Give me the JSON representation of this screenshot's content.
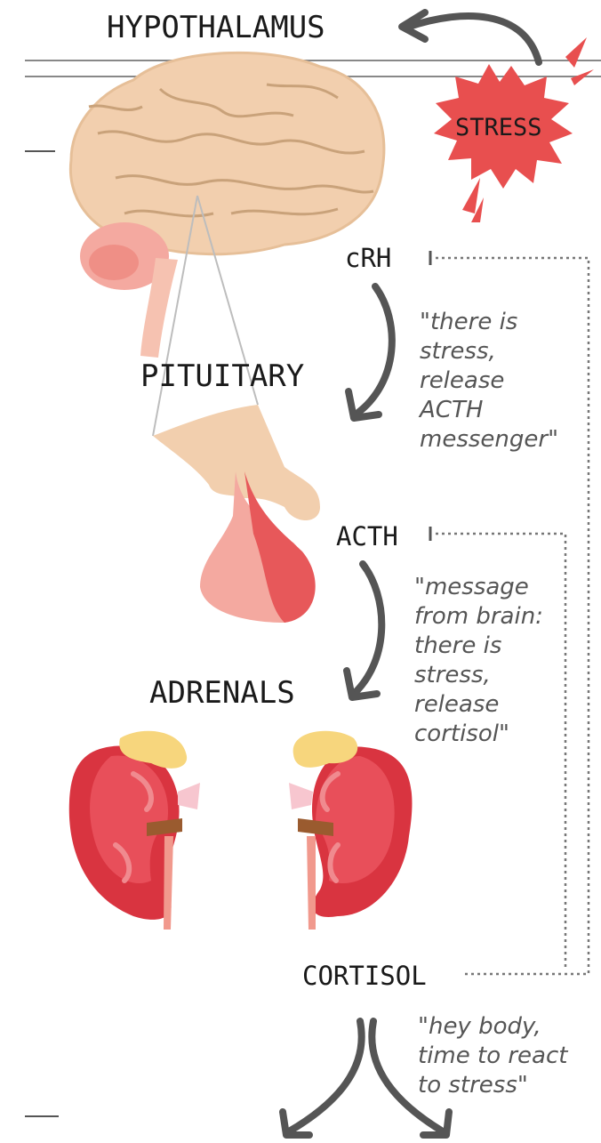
{
  "labels": {
    "hypothalamus": "HYPOTHALAMUS",
    "stress": "STRESS",
    "crh": "cRH",
    "pituitary": "PITUITARY",
    "acth": "ACTH",
    "adrenals": "ADRENALS",
    "cortisol": "CORTISOL"
  },
  "quotes": {
    "crh_lines": [
      "\"there is",
      "stress,",
      "release",
      "ACTH",
      "messenger\""
    ],
    "acth_lines": [
      "\"message",
      "from brain:",
      "there is",
      "stress,",
      "release",
      "cortisol\""
    ],
    "cortisol_lines": [
      "\"hey body,",
      "time to react",
      "to stress\""
    ]
  },
  "colors": {
    "stress_burst": "#e84f4f",
    "brain": "#f2cfae",
    "kidney": "#e34a55",
    "adrenal_cap": "#f7d67d",
    "arrow": "#555555",
    "dotted_line": "#777777"
  }
}
